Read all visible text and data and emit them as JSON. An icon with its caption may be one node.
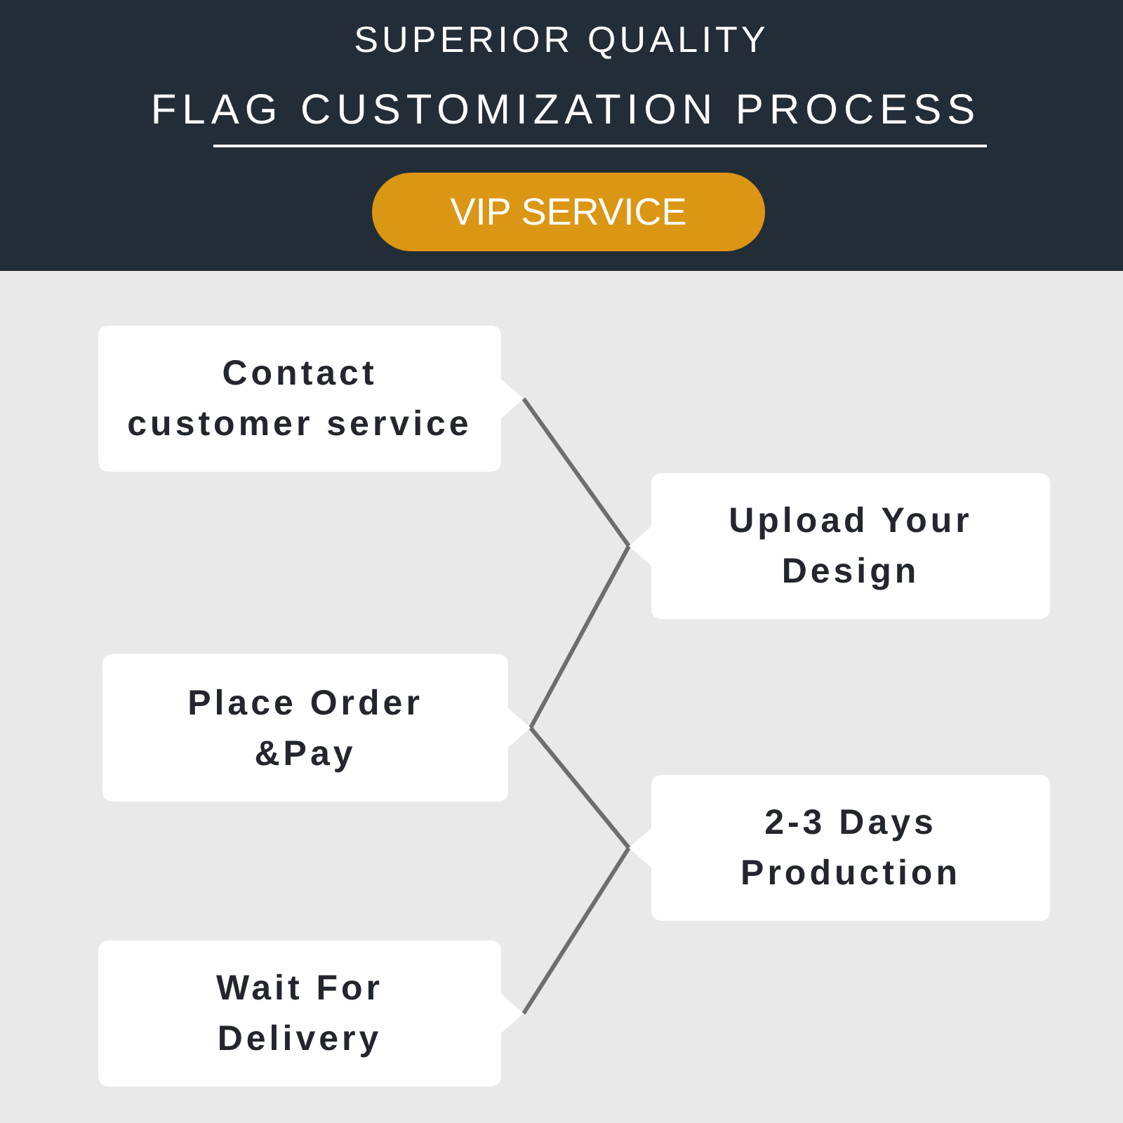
{
  "diagram": {
    "title": "FLAG CUSTOMIZATION PROCESS",
    "nodes": [
      {
        "text": [
          "VIP SERVICE"
        ]
      },
      {
        "text": [
          "Contact customer service"
        ]
      },
      {
        "text": [
          "Upload Your Design"
        ]
      },
      {
        "text": [
          "Place Order &Pay"
        ]
      },
      {
        "text": [
          "2-3 Days Production"
        ]
      },
      {
        "text": [
          "Wait For Delivery"
        ]
      }
    ],
    "edges": [
      {
        "from": 1,
        "to": 2,
        "arrow": "none"
      },
      {
        "from": 2,
        "to": 3,
        "arrow": "none"
      },
      {
        "from": 3,
        "to": 4,
        "arrow": "none"
      },
      {
        "from": 4,
        "to": 5,
        "arrow": "none"
      }
    ],
    "labels": [
      "SUPERIOR QUALITY"
    ]
  }
}
